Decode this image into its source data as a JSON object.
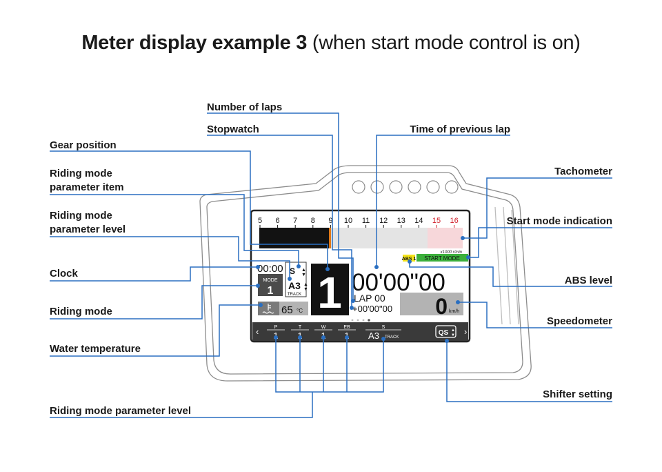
{
  "title": {
    "bold": "Meter display example 3",
    "normal": "(when start mode control is on)"
  },
  "callouts": {
    "number_of_laps": "Number of laps",
    "stopwatch": "Stopwatch",
    "time_of_previous_lap": "Time of previous lap",
    "gear_position": "Gear position",
    "riding_mode_parameter_item": "Riding mode\nparameter item",
    "riding_mode_parameter_level_top": "Riding mode\nparameter level",
    "clock": "Clock",
    "riding_mode": "Riding mode",
    "water_temperature": "Water temperature",
    "riding_mode_parameter_level_bottom": "Riding mode parameter level",
    "tachometer": "Tachometer",
    "start_mode_indication": "Start mode indication",
    "abs_level": "ABS level",
    "speedometer": "Speedometer",
    "shifter_setting": "Shifter setting"
  },
  "display": {
    "tach_ticks": [
      "5",
      "6",
      "7",
      "8",
      "9",
      "10",
      "11",
      "12",
      "13",
      "14",
      "15",
      "16"
    ],
    "tach_redline_ticks": [
      "15",
      "16"
    ],
    "tach_unit": "x1000 r/min",
    "abs_badge": "ABS 1",
    "start_mode": "START MODE",
    "clock": "00:00",
    "mode_label": "MODE",
    "mode_value": "1",
    "param_item": "S",
    "param_level": "A3",
    "param_level_sub": "TRACK",
    "water_temp_value": "65",
    "water_temp_unit": "°C",
    "gear": "1",
    "lap_time": "00'00\"00",
    "lap_label": "LAP 00",
    "lap_diff": "+00'00\"00",
    "speed_value": "0",
    "speed_unit": "km/h",
    "params": [
      {
        "label": "P",
        "value": "1"
      },
      {
        "label": "T",
        "value": "1"
      },
      {
        "label": "W",
        "value": "1"
      },
      {
        "label": "EB",
        "value": "1"
      },
      {
        "label": "S",
        "value": "A3",
        "sub": "TRACK"
      }
    ],
    "shifter": "QS",
    "nav_left": "‹",
    "nav_right": "›"
  },
  "colors": {
    "line": "#2a6fc1",
    "tach_fill": "#121212",
    "tach_marker": "#e07818",
    "tach_redzone": "#f7d7da",
    "redline_text": "#d11f2a",
    "abs_badge": "#f4e41a",
    "start_mode": "#3cb03c"
  }
}
